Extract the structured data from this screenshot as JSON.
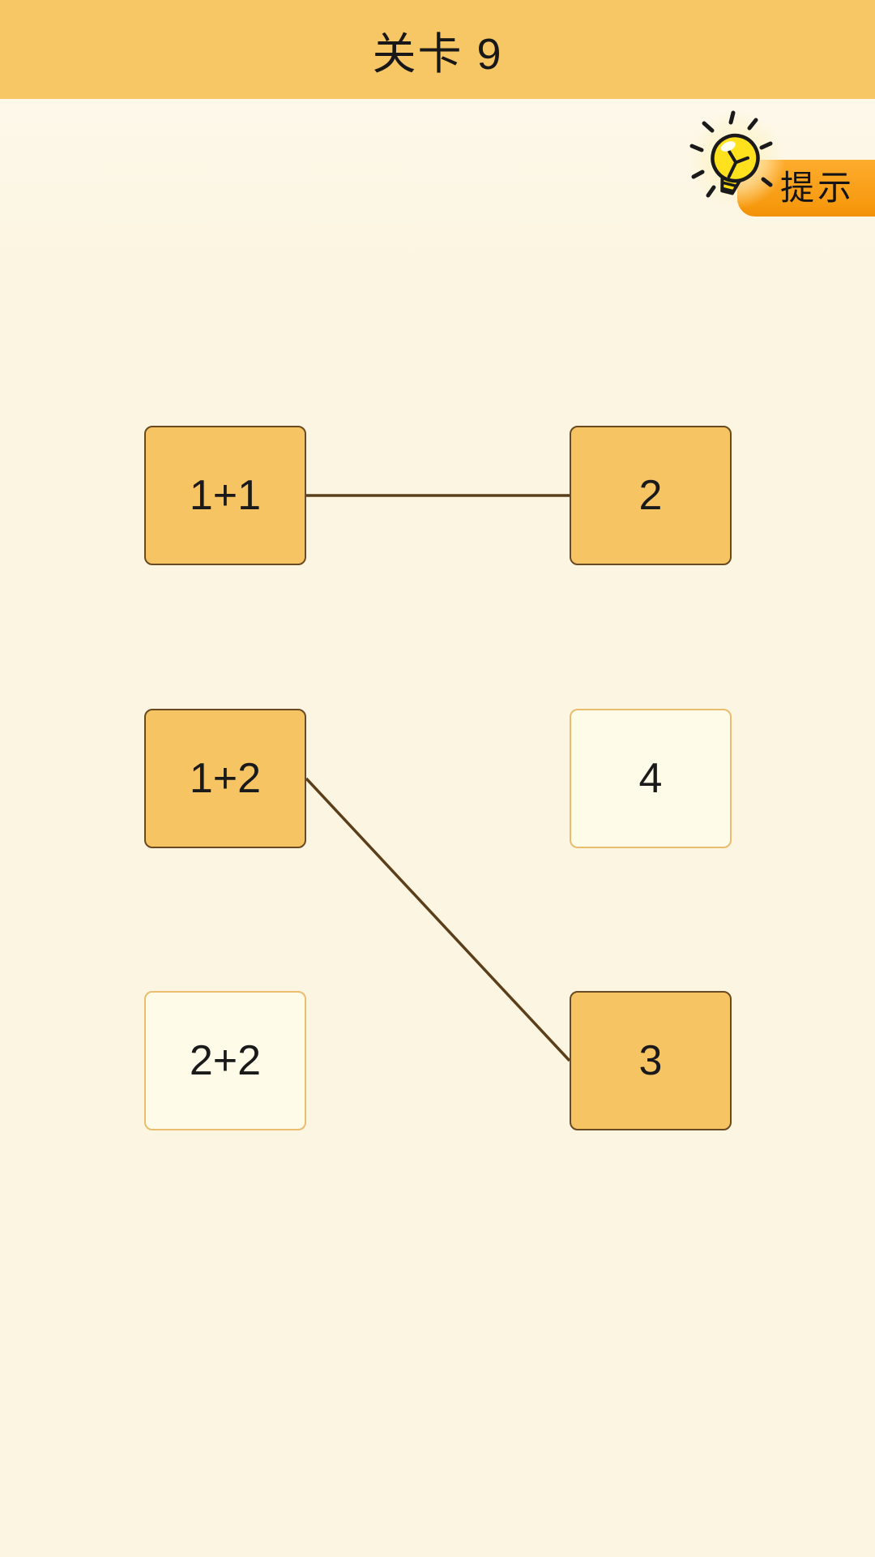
{
  "header": {
    "title": "关卡 9",
    "settings_icon": "gear-icon"
  },
  "hint": {
    "label": "提示",
    "icon": "lightbulb-icon"
  },
  "board": {
    "cards": [
      {
        "id": "q1",
        "label": "1+1",
        "column": "left",
        "row": 1,
        "state": "matched"
      },
      {
        "id": "a1",
        "label": "2",
        "column": "right",
        "row": 1,
        "state": "matched"
      },
      {
        "id": "q2",
        "label": "1+2",
        "column": "left",
        "row": 2,
        "state": "matched"
      },
      {
        "id": "a2",
        "label": "4",
        "column": "right",
        "row": 2,
        "state": "unmatched"
      },
      {
        "id": "q3",
        "label": "2+2",
        "column": "left",
        "row": 3,
        "state": "unmatched"
      },
      {
        "id": "a3",
        "label": "3",
        "column": "right",
        "row": 3,
        "state": "matched"
      }
    ],
    "connections": [
      {
        "from": "q1",
        "to": "a1"
      },
      {
        "from": "q2",
        "to": "a3"
      }
    ]
  },
  "colors": {
    "header_orange": "#f8c765",
    "card_matched_fill": "#f7c464",
    "card_matched_border": "#6a4a20",
    "card_unmatched_fill": "#fffbe9",
    "card_unmatched_border": "#e9bd6d",
    "connection_line": "#5b3f1a",
    "hint_button_orange": "#f79a10",
    "bulb_yellow": "#ffe11e",
    "background_cream": "#fcf5e2",
    "text_dark": "#1a1a1a",
    "gear_white": "#ffffff"
  }
}
